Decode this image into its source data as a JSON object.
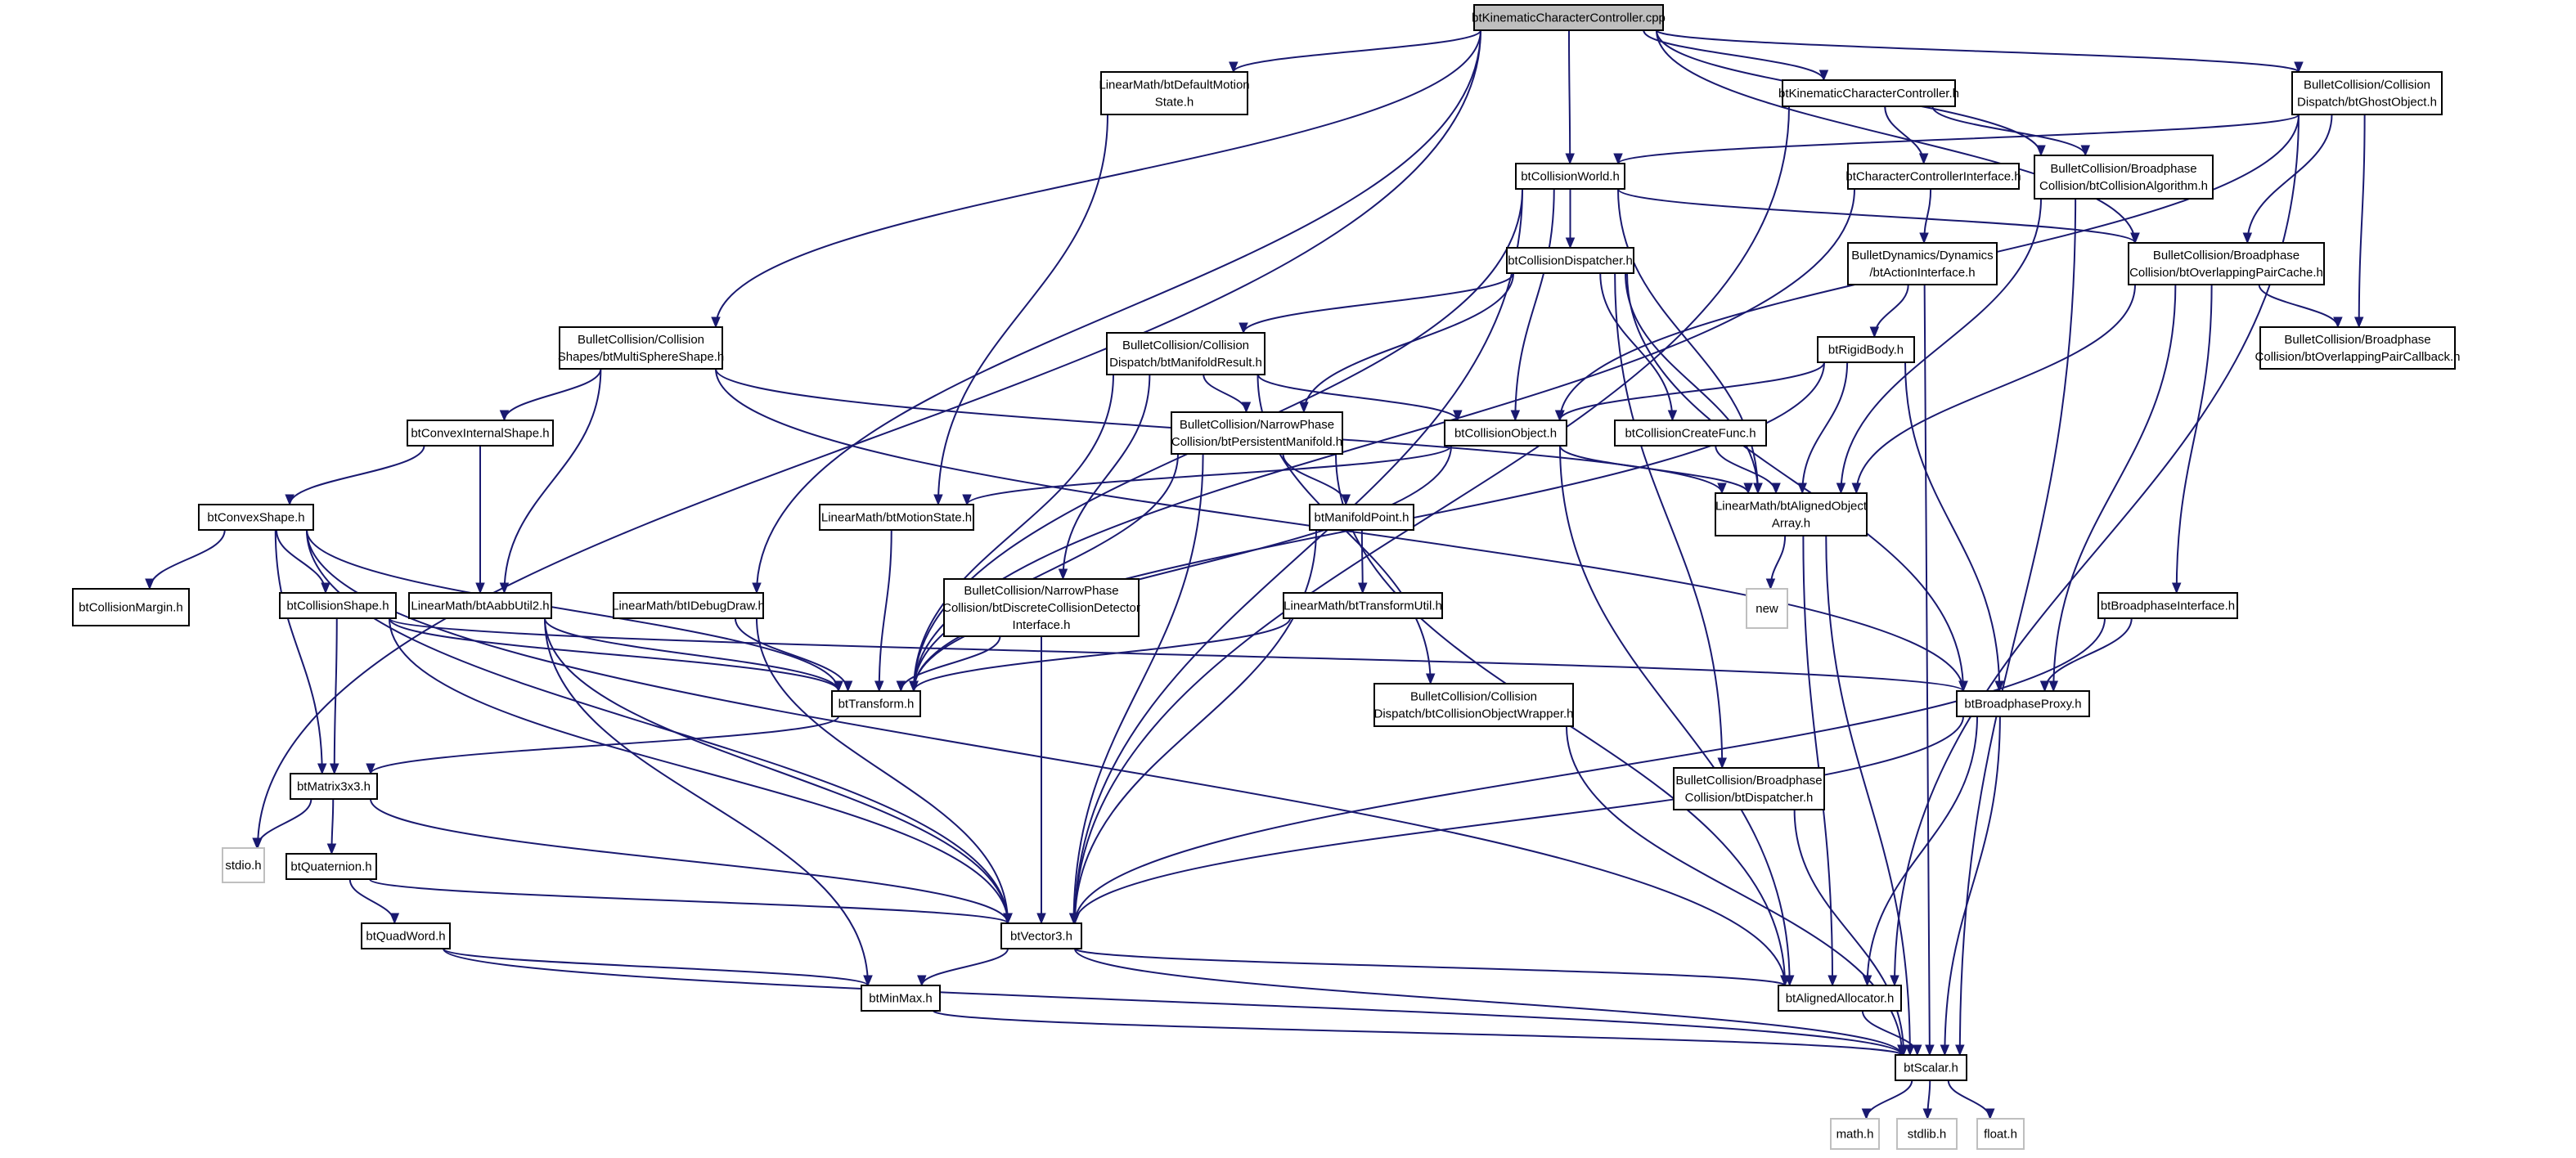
{
  "graph": {
    "nodes": [
      {
        "id": "root",
        "lines": [
          "btKinematicCharacterController.cpp"
        ],
        "kind": "root"
      },
      {
        "id": "defmotion",
        "lines": [
          "LinearMath/btDefaultMotion",
          "State.h"
        ]
      },
      {
        "id": "kinh",
        "lines": [
          "btKinematicCharacterController.h"
        ]
      },
      {
        "id": "ghost",
        "lines": [
          "BulletCollision/Collision",
          "Dispatch/btGhostObject.h"
        ]
      },
      {
        "id": "colworld",
        "lines": [
          "btCollisionWorld.h"
        ]
      },
      {
        "id": "charif",
        "lines": [
          "btCharacterControllerInterface.h"
        ]
      },
      {
        "id": "colalg",
        "lines": [
          "BulletCollision/Broadphase",
          "Collision/btCollisionAlgorithm.h"
        ]
      },
      {
        "id": "actionif",
        "lines": [
          "BulletDynamics/Dynamics",
          "/btActionInterface.h"
        ]
      },
      {
        "id": "coldisp",
        "lines": [
          "btCollisionDispatcher.h"
        ]
      },
      {
        "id": "opc",
        "lines": [
          "BulletCollision/Broadphase",
          "Collision/btOverlappingPairCache.h"
        ]
      },
      {
        "id": "multisphere",
        "lines": [
          "BulletCollision/Collision",
          "Shapes/btMultiSphereShape.h"
        ]
      },
      {
        "id": "manres",
        "lines": [
          "BulletCollision/Collision",
          "Dispatch/btManifoldResult.h"
        ]
      },
      {
        "id": "rigid",
        "lines": [
          "btRigidBody.h"
        ]
      },
      {
        "id": "opcb",
        "lines": [
          "BulletCollision/Broadphase",
          "Collision/btOverlappingPairCallback.h"
        ]
      },
      {
        "id": "convint",
        "lines": [
          "btConvexInternalShape.h"
        ]
      },
      {
        "id": "persman",
        "lines": [
          "BulletCollision/NarrowPhase",
          "Collision/btPersistentManifold.h"
        ]
      },
      {
        "id": "colobj",
        "lines": [
          "btCollisionObject.h"
        ]
      },
      {
        "id": "colcreate",
        "lines": [
          "btCollisionCreateFunc.h"
        ]
      },
      {
        "id": "convshape",
        "lines": [
          "btConvexShape.h"
        ]
      },
      {
        "id": "motionstate",
        "lines": [
          "LinearMath/btMotionState.h"
        ]
      },
      {
        "id": "manpoint",
        "lines": [
          "btManifoldPoint.h"
        ]
      },
      {
        "id": "aligned",
        "lines": [
          "LinearMath/btAlignedObject",
          "Array.h"
        ]
      },
      {
        "id": "new",
        "lines": [
          "new"
        ],
        "kind": "external"
      },
      {
        "id": "margin",
        "lines": [
          "btCollisionMargin.h"
        ]
      },
      {
        "id": "colshape",
        "lines": [
          "btCollisionShape.h"
        ]
      },
      {
        "id": "aabb",
        "lines": [
          "LinearMath/btAabbUtil2.h"
        ]
      },
      {
        "id": "idebug",
        "lines": [
          "LinearMath/btIDebugDraw.h"
        ]
      },
      {
        "id": "discrete",
        "lines": [
          "BulletCollision/NarrowPhase",
          "Collision/btDiscreteCollisionDetector",
          "Interface.h"
        ]
      },
      {
        "id": "transutil",
        "lines": [
          "LinearMath/btTransformUtil.h"
        ]
      },
      {
        "id": "bpif",
        "lines": [
          "btBroadphaseInterface.h"
        ]
      },
      {
        "id": "transform",
        "lines": [
          "btTransform.h"
        ]
      },
      {
        "id": "colwrap",
        "lines": [
          "BulletCollision/Collision",
          "Dispatch/btCollisionObjectWrapper.h"
        ]
      },
      {
        "id": "bpproxy",
        "lines": [
          "btBroadphaseProxy.h"
        ]
      },
      {
        "id": "dispatcher",
        "lines": [
          "BulletCollision/Broadphase",
          "Collision/btDispatcher.h"
        ]
      },
      {
        "id": "matrix",
        "lines": [
          "btMatrix3x3.h"
        ]
      },
      {
        "id": "stdio",
        "lines": [
          "stdio.h"
        ],
        "kind": "external"
      },
      {
        "id": "quat",
        "lines": [
          "btQuaternion.h"
        ]
      },
      {
        "id": "vector3",
        "lines": [
          "btVector3.h"
        ]
      },
      {
        "id": "quadword",
        "lines": [
          "btQuadWord.h"
        ]
      },
      {
        "id": "minmax",
        "lines": [
          "btMinMax.h"
        ]
      },
      {
        "id": "alloc",
        "lines": [
          "btAlignedAllocator.h"
        ]
      },
      {
        "id": "scalar",
        "lines": [
          "btScalar.h"
        ]
      },
      {
        "id": "math",
        "lines": [
          "math.h"
        ],
        "kind": "external"
      },
      {
        "id": "stdlib",
        "lines": [
          "stdlib.h"
        ],
        "kind": "external"
      },
      {
        "id": "float",
        "lines": [
          "float.h"
        ],
        "kind": "external"
      }
    ],
    "edges": [
      [
        "root",
        "stdio"
      ],
      [
        "root",
        "multisphere"
      ],
      [
        "root",
        "idebug"
      ],
      [
        "root",
        "defmotion"
      ],
      [
        "root",
        "colworld"
      ],
      [
        "root",
        "kinh"
      ],
      [
        "root",
        "colalg"
      ],
      [
        "root",
        "opc"
      ],
      [
        "root",
        "ghost"
      ],
      [
        "defmotion",
        "motionstate"
      ],
      [
        "kinh",
        "charif"
      ],
      [
        "kinh",
        "colalg"
      ],
      [
        "kinh",
        "vector3"
      ],
      [
        "ghost",
        "colworld"
      ],
      [
        "ghost",
        "opc"
      ],
      [
        "ghost",
        "opcb"
      ],
      [
        "ghost",
        "colobj"
      ],
      [
        "ghost",
        "alloc"
      ],
      [
        "colworld",
        "vector3"
      ],
      [
        "colworld",
        "transform"
      ],
      [
        "colworld",
        "coldisp"
      ],
      [
        "colworld",
        "colobj"
      ],
      [
        "colworld",
        "aligned"
      ],
      [
        "colworld",
        "opc"
      ],
      [
        "charif",
        "actionif"
      ],
      [
        "charif",
        "transform"
      ],
      [
        "colalg",
        "aligned"
      ],
      [
        "colalg",
        "scalar"
      ],
      [
        "actionif",
        "rigid"
      ],
      [
        "actionif",
        "scalar"
      ],
      [
        "coldisp",
        "manres"
      ],
      [
        "coldisp",
        "persman"
      ],
      [
        "coldisp",
        "colcreate"
      ],
      [
        "coldisp",
        "aligned"
      ],
      [
        "coldisp",
        "dispatcher"
      ],
      [
        "coldisp",
        "bpproxy"
      ],
      [
        "opc",
        "opcb"
      ],
      [
        "opc",
        "aligned"
      ],
      [
        "opc",
        "bpif"
      ],
      [
        "opc",
        "bpproxy"
      ],
      [
        "multisphere",
        "convint"
      ],
      [
        "multisphere",
        "aabb"
      ],
      [
        "multisphere",
        "aligned"
      ],
      [
        "multisphere",
        "bpproxy"
      ],
      [
        "manres",
        "colobj"
      ],
      [
        "manres",
        "persman"
      ],
      [
        "manres",
        "discrete"
      ],
      [
        "manres",
        "transform"
      ],
      [
        "manres",
        "colwrap"
      ],
      [
        "rigid",
        "colobj"
      ],
      [
        "rigid",
        "aligned"
      ],
      [
        "rigid",
        "bpproxy"
      ],
      [
        "rigid",
        "transform"
      ],
      [
        "convint",
        "convshape"
      ],
      [
        "convint",
        "aabb"
      ],
      [
        "persman",
        "manpoint"
      ],
      [
        "persman",
        "transform"
      ],
      [
        "persman",
        "vector3"
      ],
      [
        "persman",
        "alloc"
      ],
      [
        "colobj",
        "motionstate"
      ],
      [
        "colobj",
        "aligned"
      ],
      [
        "colobj",
        "transform"
      ],
      [
        "colobj",
        "alloc"
      ],
      [
        "colcreate",
        "aligned"
      ],
      [
        "convshape",
        "margin"
      ],
      [
        "convshape",
        "colshape"
      ],
      [
        "convshape",
        "matrix"
      ],
      [
        "convshape",
        "transform"
      ],
      [
        "convshape",
        "vector3"
      ],
      [
        "convshape",
        "alloc"
      ],
      [
        "motionstate",
        "transform"
      ],
      [
        "manpoint",
        "transutil"
      ],
      [
        "manpoint",
        "vector3"
      ],
      [
        "aligned",
        "new"
      ],
      [
        "aligned",
        "alloc"
      ],
      [
        "aligned",
        "scalar"
      ],
      [
        "colshape",
        "transform"
      ],
      [
        "colshape",
        "matrix"
      ],
      [
        "colshape",
        "vector3"
      ],
      [
        "colshape",
        "bpproxy"
      ],
      [
        "aabb",
        "transform"
      ],
      [
        "aabb",
        "vector3"
      ],
      [
        "aabb",
        "minmax"
      ],
      [
        "idebug",
        "transform"
      ],
      [
        "idebug",
        "vector3"
      ],
      [
        "discrete",
        "transform"
      ],
      [
        "discrete",
        "vector3"
      ],
      [
        "transutil",
        "transform"
      ],
      [
        "bpif",
        "bpproxy"
      ],
      [
        "bpif",
        "vector3"
      ],
      [
        "transform",
        "matrix"
      ],
      [
        "colwrap",
        "scalar"
      ],
      [
        "bpproxy",
        "vector3"
      ],
      [
        "bpproxy",
        "alloc"
      ],
      [
        "bpproxy",
        "scalar"
      ],
      [
        "dispatcher",
        "scalar"
      ],
      [
        "matrix",
        "stdio"
      ],
      [
        "matrix",
        "quat"
      ],
      [
        "matrix",
        "vector3"
      ],
      [
        "quat",
        "quadword"
      ],
      [
        "quat",
        "vector3"
      ],
      [
        "vector3",
        "minmax"
      ],
      [
        "vector3",
        "alloc"
      ],
      [
        "vector3",
        "scalar"
      ],
      [
        "quadword",
        "minmax"
      ],
      [
        "quadword",
        "scalar"
      ],
      [
        "minmax",
        "scalar"
      ],
      [
        "alloc",
        "scalar"
      ],
      [
        "scalar",
        "math"
      ],
      [
        "scalar",
        "stdlib"
      ],
      [
        "scalar",
        "float"
      ]
    ]
  }
}
